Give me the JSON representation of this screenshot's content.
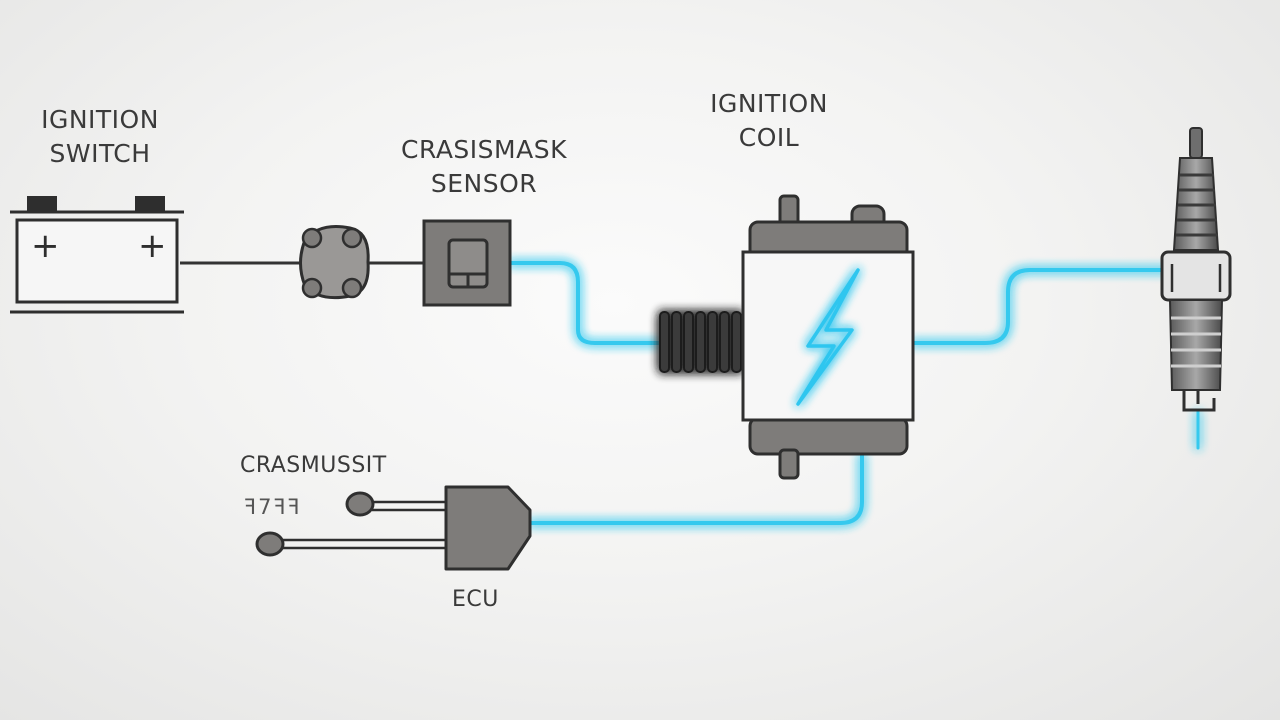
{
  "labels": {
    "ignition_switch": [
      "IGNITION",
      "SWITCH"
    ],
    "sensor": [
      "CRASISMASK",
      "SENSOR"
    ],
    "ignition_coil": [
      "IGNITION",
      "COIL"
    ],
    "sensor_2": "CRASMUSSIT",
    "sensor_2_glyphs": "ꟻ7ꟻꟻ",
    "ecu": "ECU"
  },
  "battery_symbols": [
    "+",
    "+"
  ],
  "colors": {
    "glow_wire": "#35c9ee",
    "component_gray": "#7e7c7a",
    "outline": "#2f2f2f",
    "spark": "#2fc6ef"
  }
}
